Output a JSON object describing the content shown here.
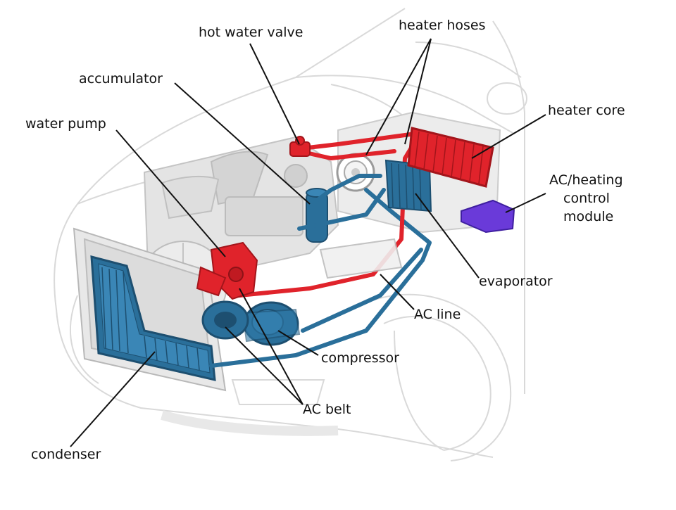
{
  "colors": {
    "hot": "#e0232b",
    "cold": "#2a6f9a",
    "module": "#6a3ad9",
    "body": "#d9d9d9",
    "engine": "#c9c9c9"
  },
  "labels": {
    "hot_water_valve": "hot water valve",
    "heater_hoses": "heater hoses",
    "accumulator": "accumulator",
    "water_pump": "water pump",
    "heater_core": "heater core",
    "control_module": [
      "AC/heating",
      "control",
      "module"
    ],
    "evaporator": "evaporator",
    "ac_line": "AC line",
    "compressor": "compressor",
    "ac_belt": "AC belt",
    "condenser": "condenser"
  }
}
